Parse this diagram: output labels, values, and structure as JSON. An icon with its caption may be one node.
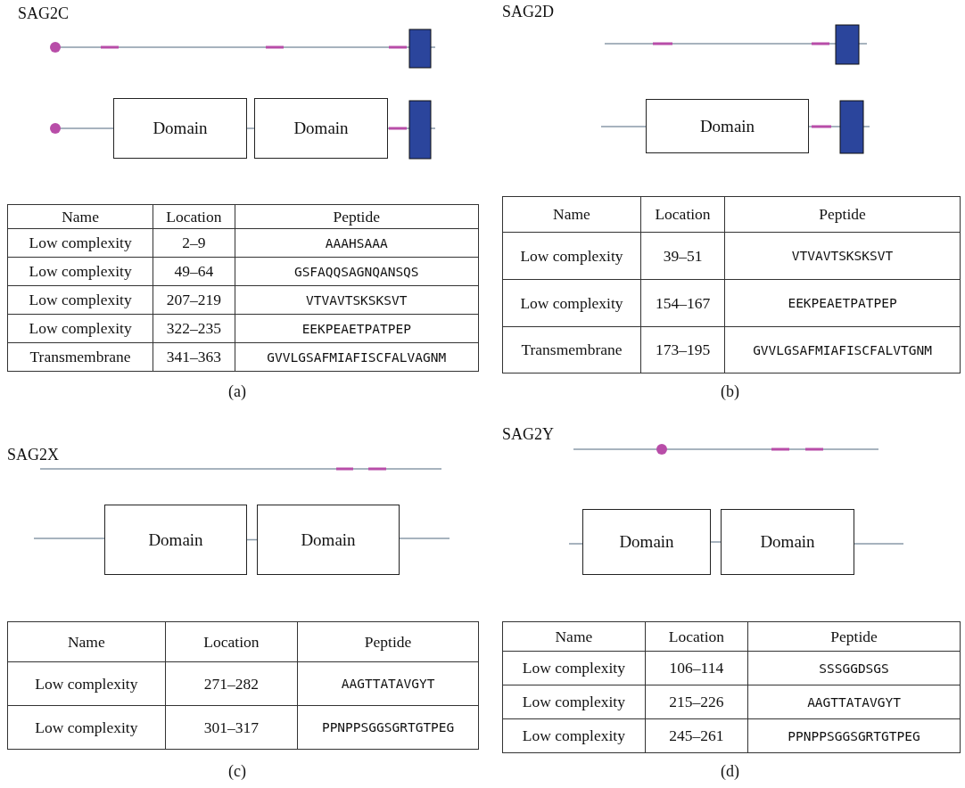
{
  "diagram": {
    "nodes": [
      {
        "text": [
          "Domain"
        ]
      },
      {
        "text": [
          "Domain"
        ]
      },
      {
        "text": [
          "Domain"
        ]
      },
      {
        "text": [
          "Domain"
        ]
      },
      {
        "text": [
          "Domain"
        ]
      },
      {
        "text": [
          "Domain"
        ]
      },
      {
        "text": [
          "Domain"
        ]
      }
    ],
    "edges": [
      {
        "from": 0,
        "to": 1,
        "arrow": "none"
      },
      {
        "from": 3,
        "to": 4,
        "arrow": "none"
      },
      {
        "from": 5,
        "to": 6,
        "arrow": "none"
      }
    ],
    "labels": [
      "SAG2C",
      "Name",
      "Location",
      "Peptide",
      "Low complexity",
      "2–9",
      "AAAHSAAA",
      "Low complexity",
      "49–64",
      "GSFAQQSAGNQANSQS",
      "Low complexity",
      "207–219",
      "VTVAVTSKSKSVT",
      "Low complexity",
      "322–235",
      "EEKPEAETPATPEP",
      "Transmembrane",
      "341–363",
      "GVVLGSAFMIAFISCFALVAGNM",
      "(a)",
      "SAG2D",
      "Name",
      "Location",
      "Peptide",
      "Low complexity",
      "39–51",
      "VTVAVTSKSKSVT",
      "Low complexity",
      "154–167",
      "EEKPEAETPATPEP",
      "Transmembrane",
      "173–195",
      "GVVLGSAFMIAFISCFALVTGNM",
      "(b)",
      "SAG2X",
      "Name",
      "Location",
      "Peptide",
      "Low complexity",
      "271–282",
      "AAGTTATAVGYT",
      "Low complexity",
      "301–317",
      "PPNPPSGGSGRTGTPEG",
      "(c)",
      "SAG2Y",
      "Name",
      "Location",
      "Peptide",
      "Low complexity",
      "106–114",
      "SSSGGDSGS",
      "Low complexity",
      "215–226",
      "AAGTTATAVGYT",
      "Low complexity",
      "245–261",
      "PPNPPSGGSGRTGTPEG",
      "(d)"
    ]
  }
}
